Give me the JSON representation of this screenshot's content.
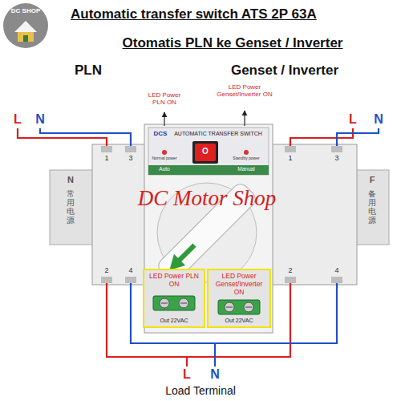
{
  "diagram": {
    "title": "Automatic transfer switch ATS 2P 63A",
    "nodes": [
      {
        "text": [
          "LED Power PLN ON",
          "Out 22VAC"
        ]
      },
      {
        "text": [
          "LED Power Genset/Inverter ON",
          "Out 22VAC"
        ]
      }
    ],
    "labels": [
      "DC SHOP",
      "Otomatis PLN ke Genset / Inverter",
      "PLN",
      "Genset / Inverter",
      "LED Power PLN ON",
      "LED Power Genset/Inverter ON",
      "L",
      "N",
      "L",
      "N",
      "1",
      "3",
      "1",
      "3",
      "2",
      "4",
      "2",
      "4",
      "DCS",
      "AUTOMATIC TRANSFER SWITCH",
      "Normal power",
      "Standby power",
      "Auto",
      "Manual",
      "O",
      "N",
      "常用电源",
      "F",
      "备用电源",
      "DC Motor Shop",
      "L",
      "N",
      "Load Terminal"
    ]
  }
}
